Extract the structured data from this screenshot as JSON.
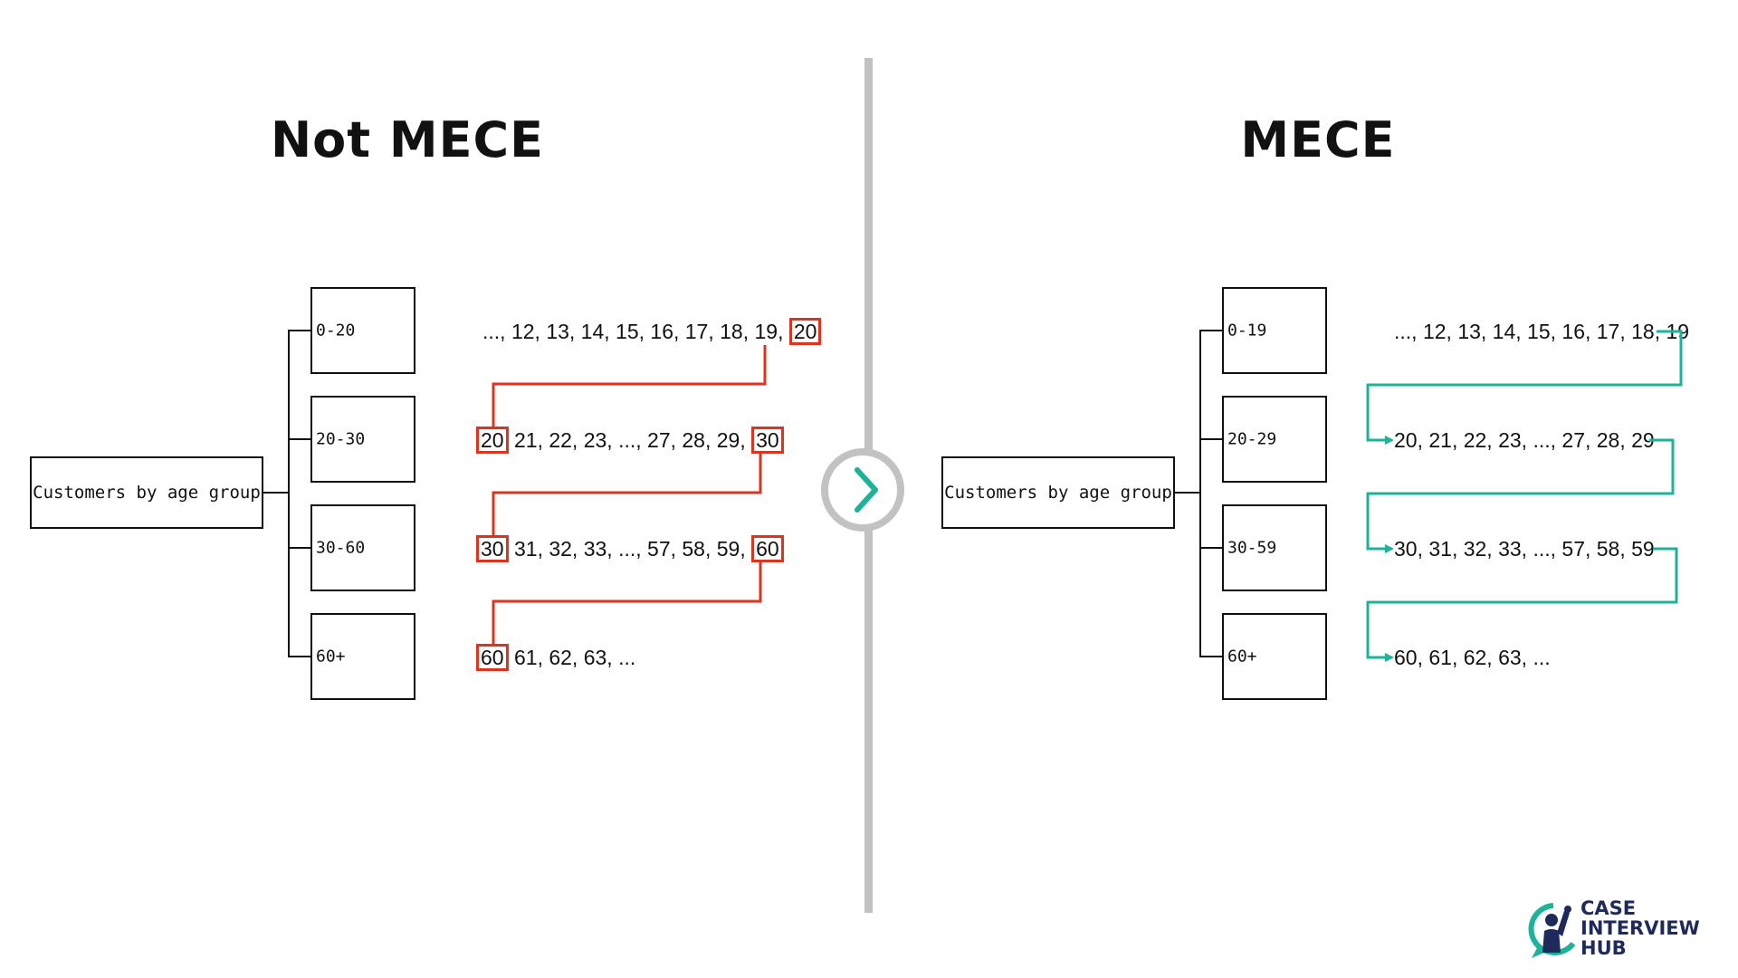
{
  "left": {
    "title": "Not MECE",
    "root_label": "Customers by age group",
    "groups": [
      "0-20",
      "20-30",
      "30-60",
      "60+"
    ],
    "sequences": [
      {
        "plain_before": "..., 12, 13, 14, 15, 16, 17, 18, 19, ",
        "highlight_start": "",
        "highlight_end": "20"
      },
      {
        "plain_before": " 21, 22, 23, ..., 27, 28, 29, ",
        "highlight_start": "20",
        "highlight_end": "30"
      },
      {
        "plain_before": " 31, 32, 33, ..., 57, 58, 59, ",
        "highlight_start": "30",
        "highlight_end": "60"
      },
      {
        "plain_before": " 61, 62, 63, ...",
        "highlight_start": "60",
        "highlight_end": ""
      }
    ]
  },
  "right": {
    "title": "MECE",
    "root_label": "Customers by age group",
    "groups": [
      "0-19",
      "20-29",
      "30-59",
      "60+"
    ],
    "sequences": [
      "..., 12, 13, 14, 15, 16, 17, 18, 19",
      "20, 21, 22, 23, ..., 27, 28, 29",
      "30, 31, 32, 33, ..., 57, 58, 59",
      "60, 61, 62, 63, ..."
    ]
  },
  "logo": {
    "line1": "CASE",
    "line2": "INTERVIEW",
    "line3": "HUB"
  },
  "colors": {
    "not_mece_accent": "#e0331e",
    "mece_accent": "#1db399",
    "divider": "#c2c2c2",
    "logo_navy": "#1d2a5b",
    "logo_teal": "#1db399"
  },
  "icons": {
    "center": "chevron-right-icon",
    "logo": "person-raising-hand-icon"
  }
}
